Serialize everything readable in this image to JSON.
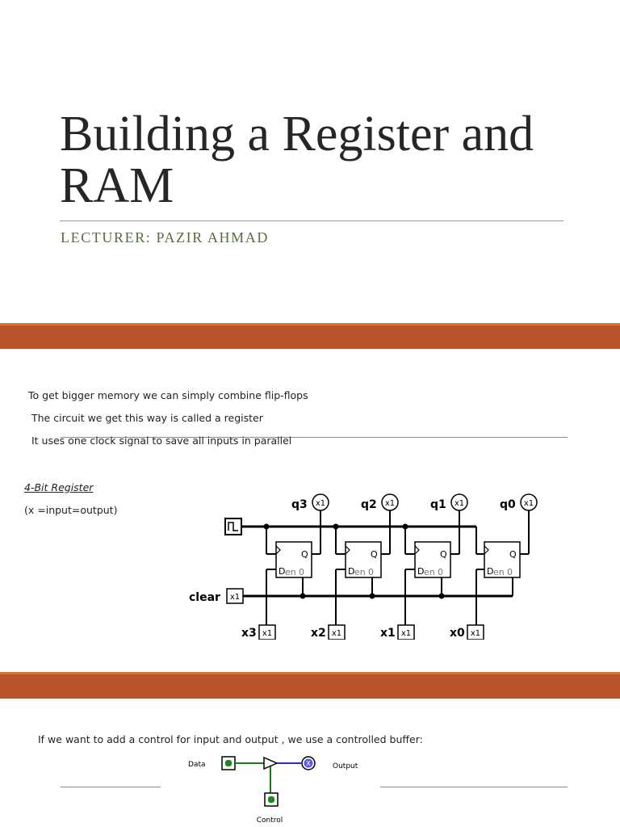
{
  "slide1": {
    "title": "Building a Register and RAM",
    "lecturer": "Lecturer: Pazir Ahmad"
  },
  "slide2": {
    "lines": [
      "To get bigger memory we can simply combine flip-flops",
      "The circuit we get this way is called a register",
      "It uses one clock signal to save all inputs in parallel"
    ],
    "caption": "4-Bit Register",
    "legend": "(x =input=output)",
    "circuit": {
      "outputs": [
        "q3",
        "q2",
        "q1",
        "q0"
      ],
      "inputs": [
        "x3",
        "x2",
        "x1",
        "x0"
      ],
      "clear_label": "clear",
      "pin_value": "x1",
      "flipflop_q": "Q",
      "flipflop_d": "D",
      "flipflop_en": "en",
      "flipflop_0": "0"
    }
  },
  "slide3": {
    "text": "If we want to add a control for input and output , we use a controlled buffer:",
    "buffer": {
      "data_label": "Data",
      "output_label": "Output",
      "control_label": "Control",
      "output_pin_text": "X"
    }
  }
}
